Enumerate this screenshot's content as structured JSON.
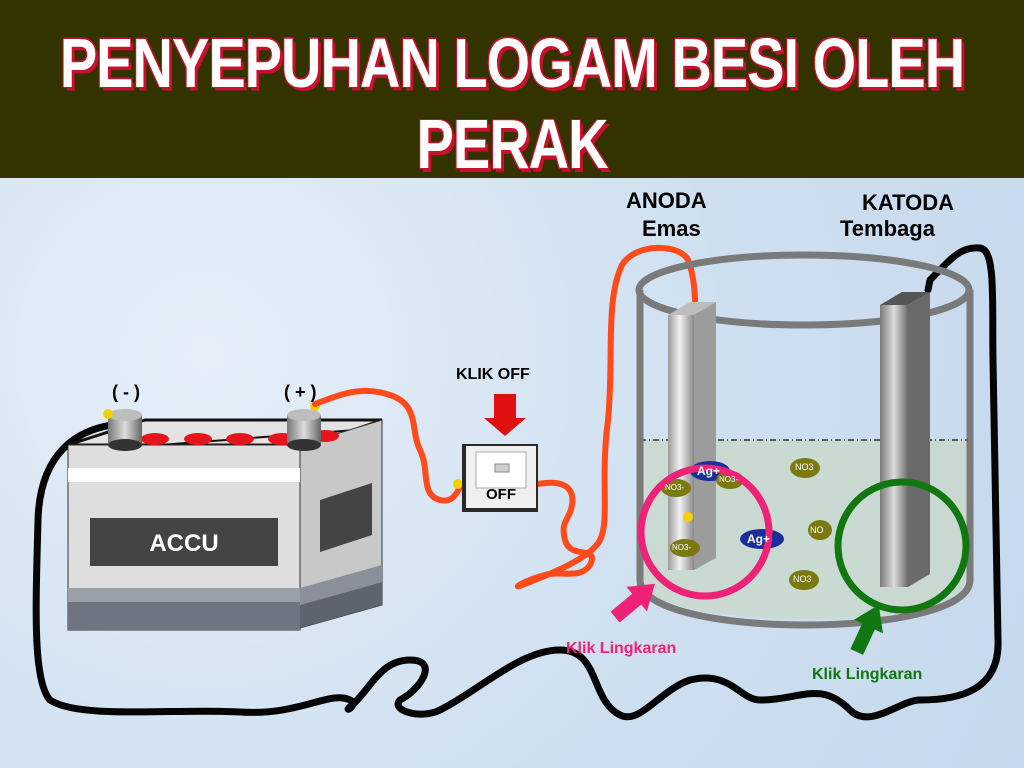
{
  "title": "PENYEPUHAN LOGAM BESI OLEH PERAK",
  "battery": {
    "label": "ACCU",
    "neg_label": "( - )",
    "pos_label": "( + )"
  },
  "switch": {
    "instruction": "KLIK OFF",
    "state": "OFF"
  },
  "anode": {
    "label": "ANODA",
    "material": "Emas"
  },
  "cathode": {
    "label": "KATODA",
    "material": "Tembaga"
  },
  "ions": {
    "ag": "Ag+",
    "no3": "NO3-",
    "no3_small": "NO3",
    "no3_partial": "NO"
  },
  "anode_hint": "Klik Lingkaran",
  "cathode_hint": "Klik Lingkaran",
  "colors": {
    "header_bg": "#333300",
    "title_outline": "#c8102e",
    "wire_red": "#ff4a1a",
    "anode_circle": "#ee2277",
    "cathode_circle": "#117711",
    "no3_ion": "#7a7a10",
    "ag_ion": "#1a2f9c"
  }
}
